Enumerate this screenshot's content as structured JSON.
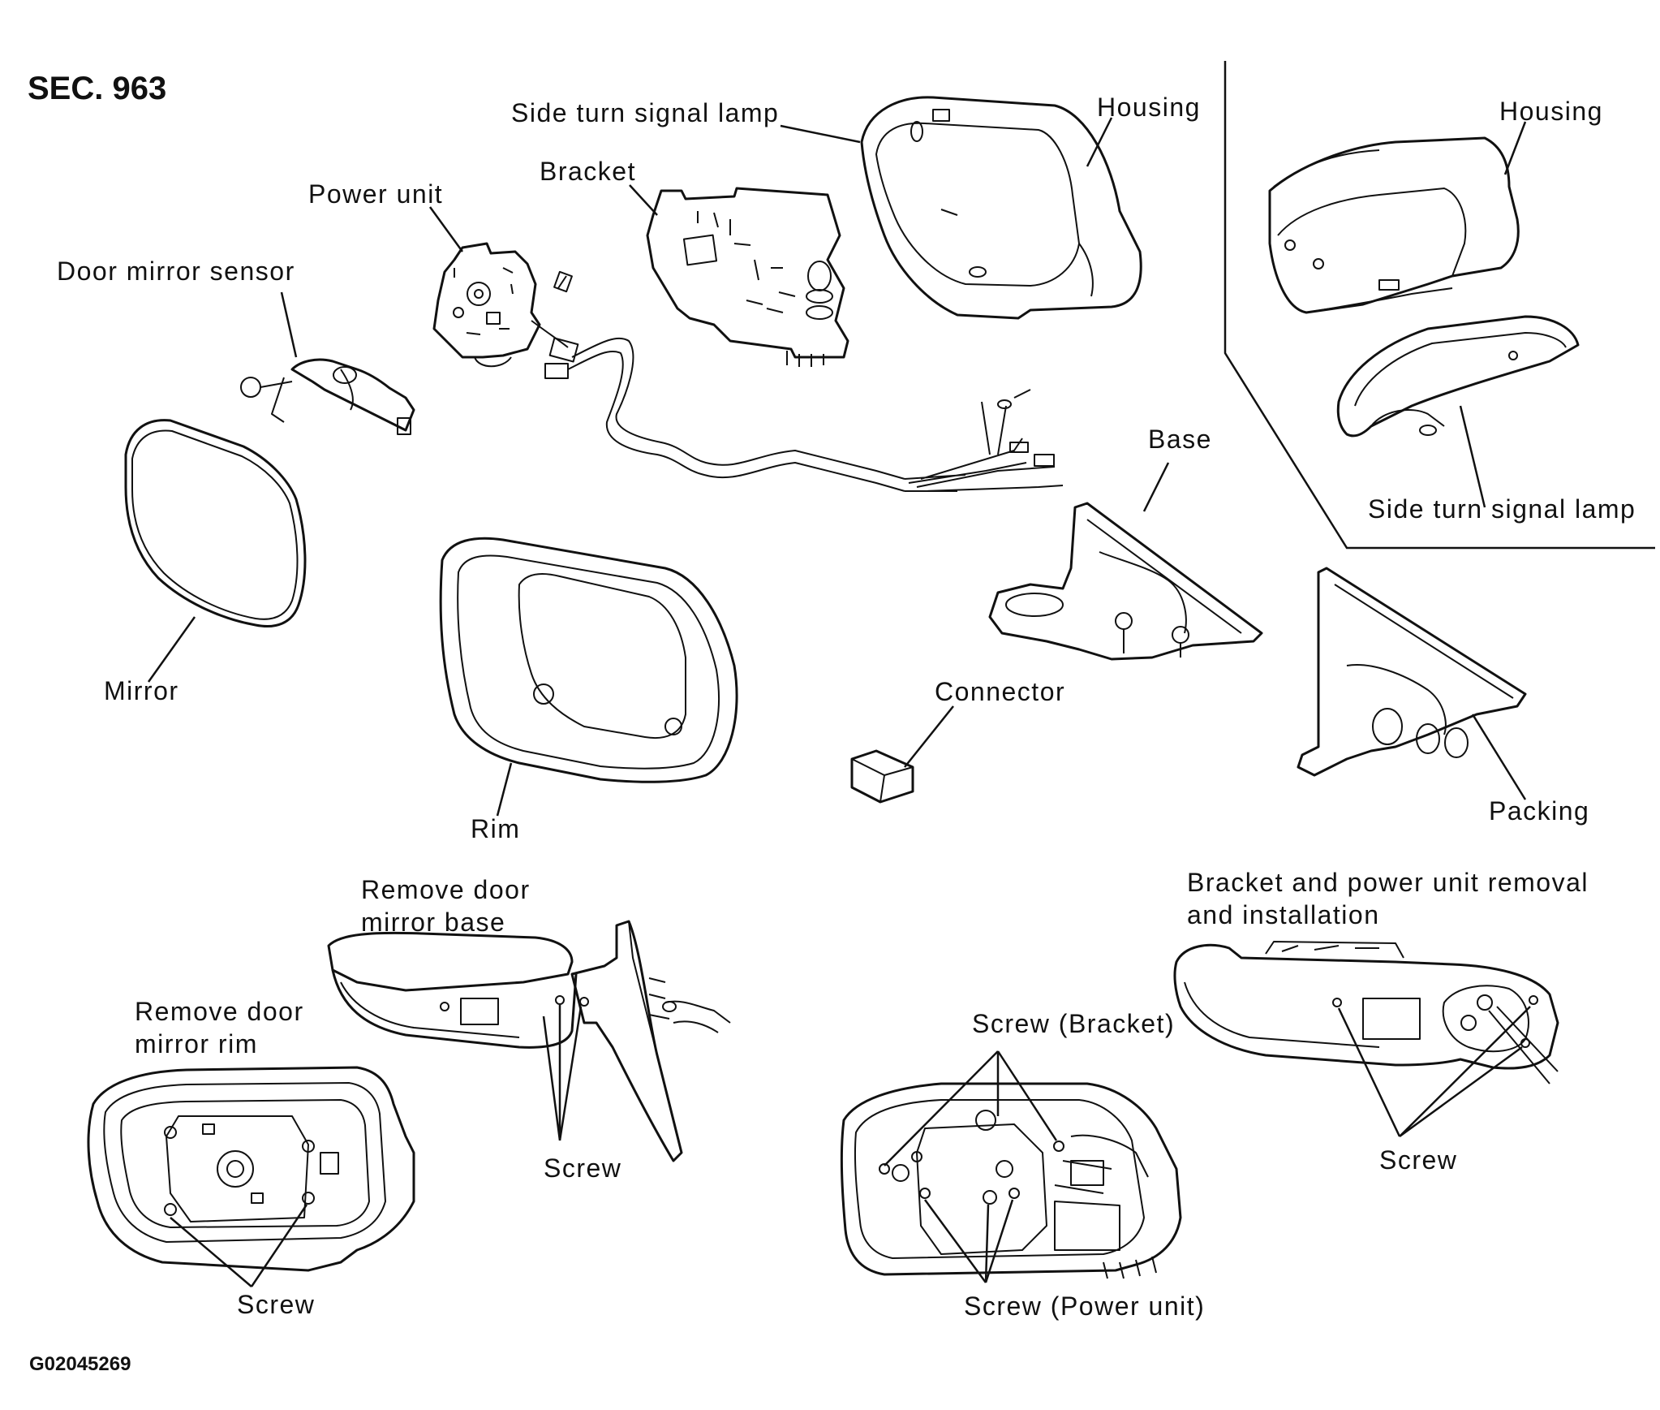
{
  "section": "SEC. 963",
  "figure_code": "G02045269",
  "labels": {
    "side_turn_signal_lamp_main": "Side turn signal lamp",
    "housing_main": "Housing",
    "bracket": "Bracket",
    "power_unit": "Power unit",
    "door_mirror_sensor": "Door mirror sensor",
    "mirror": "Mirror",
    "rim": "Rim",
    "base": "Base",
    "connector": "Connector",
    "housing_inset": "Housing",
    "side_turn_signal_lamp_inset": "Side turn signal lamp",
    "packing": "Packing",
    "remove_base_line1": "Remove door",
    "remove_base_line2": "mirror base",
    "remove_rim_line1": "Remove door",
    "remove_rim_line2": "mirror rim",
    "screw_base": "Screw",
    "screw_rim": "Screw",
    "screw_bracket": "Screw (Bracket)",
    "screw_power_unit": "Screw (Power unit)",
    "bracket_power_line1": "Bracket and power unit removal",
    "bracket_power_line2": "and installation",
    "screw_bracket_removal": "Screw"
  }
}
